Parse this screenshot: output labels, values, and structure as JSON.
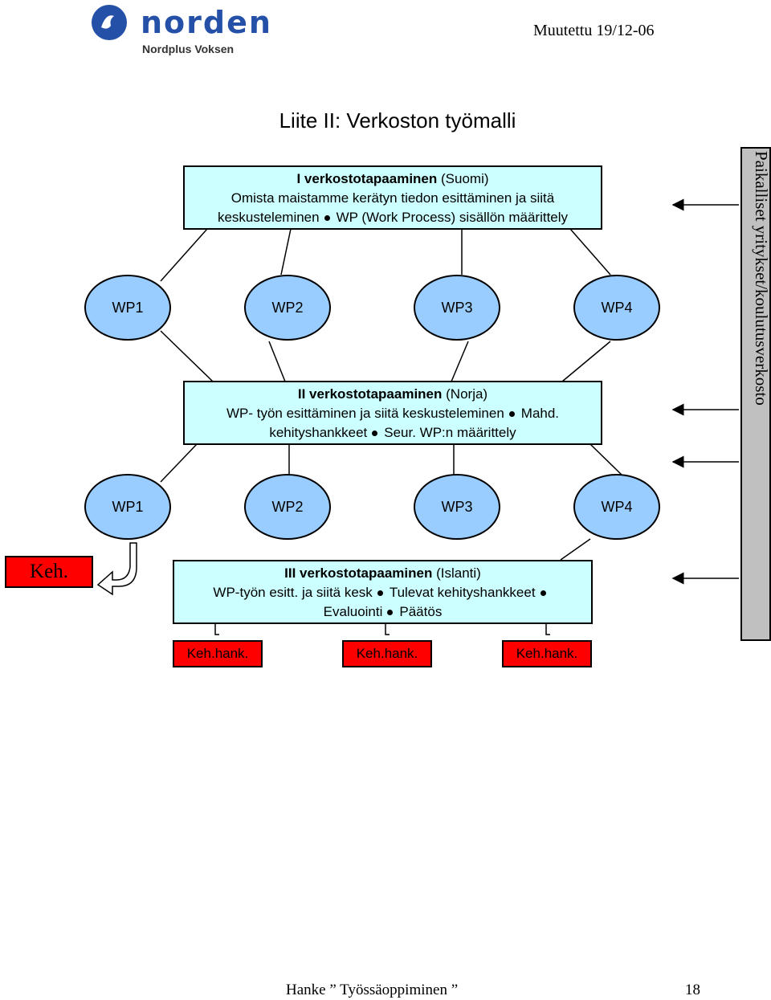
{
  "header": {
    "logo_text": "norden",
    "logo_sub": "Nordplus Voksen",
    "modified": "Muutettu 19/12-06"
  },
  "title": "Liite II: Verkoston työmalli",
  "meeting1": {
    "heading": "I verkostotapaaminen",
    "country": "(Suomi)",
    "line2": "Omista maistamme kerätyn tiedon esittäminen ja siitä",
    "line3a": "keskusteleminen",
    "line3b": "WP (Work Process) sisällön määrittely"
  },
  "row1": [
    "WP1",
    "WP2",
    "WP3",
    "WP4"
  ],
  "meeting2": {
    "heading": "II verkostotapaaminen",
    "country": "(Norja)",
    "line2a": "WP- työn esittäminen ja siitä keskusteleminen",
    "line2b": "Mahd.",
    "line3a": "kehityshankkeet",
    "line3b": "Seur. WP:n määrittely"
  },
  "row2": [
    "WP1",
    "WP2",
    "WP3",
    "WP4"
  ],
  "meeting3": {
    "heading": "III verkostotapaaminen",
    "country": "(Islanti)",
    "line2a": "WP-työn esitt. ja siitä kesk",
    "line2b": "Tulevat kehityshankkeet",
    "line3a": "Evaluointi",
    "line3b": "Päätös"
  },
  "keh_left": "Keh.",
  "keh_hank": [
    "Keh.hank.",
    "Keh.hank.",
    "Keh.hank."
  ],
  "side_label": "Paikalliset yritykset/koulutusverkosto",
  "footer": {
    "left": "Hanke ” Työssäoppiminen ”",
    "page": "18"
  },
  "colors": {
    "box_fill": "#ccffff",
    "node_fill": "#99ccff",
    "keh_fill": "#ff0000",
    "side_fill": "#c0c0c0",
    "logo_blue": "#2550a8"
  }
}
